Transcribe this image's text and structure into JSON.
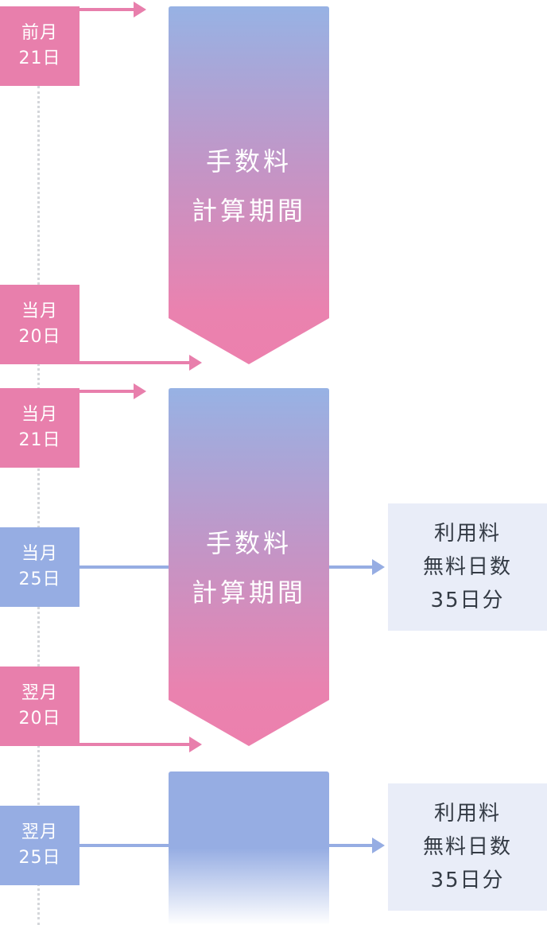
{
  "dates": [
    {
      "line1": "前月",
      "line2": "21日"
    },
    {
      "line1": "当月",
      "line2": "20日"
    },
    {
      "line1": "当月",
      "line2": "21日"
    },
    {
      "line1": "当月",
      "line2": "25日"
    },
    {
      "line1": "翌月",
      "line2": "20日"
    },
    {
      "line1": "翌月",
      "line2": "25日"
    }
  ],
  "periods": [
    {
      "line1": "手数料",
      "line2": "計算期間"
    },
    {
      "line1": "手数料",
      "line2": "計算期間"
    }
  ],
  "fee_boxes": [
    {
      "line1": "利用料",
      "line2": "無料日数",
      "line3": "35日分"
    },
    {
      "line1": "利用料",
      "line2": "無料日数",
      "line3": "35日分"
    }
  ],
  "colors": {
    "pink": "#e87fac",
    "blue": "#96ade3",
    "box_bg": "#e9edf8"
  }
}
